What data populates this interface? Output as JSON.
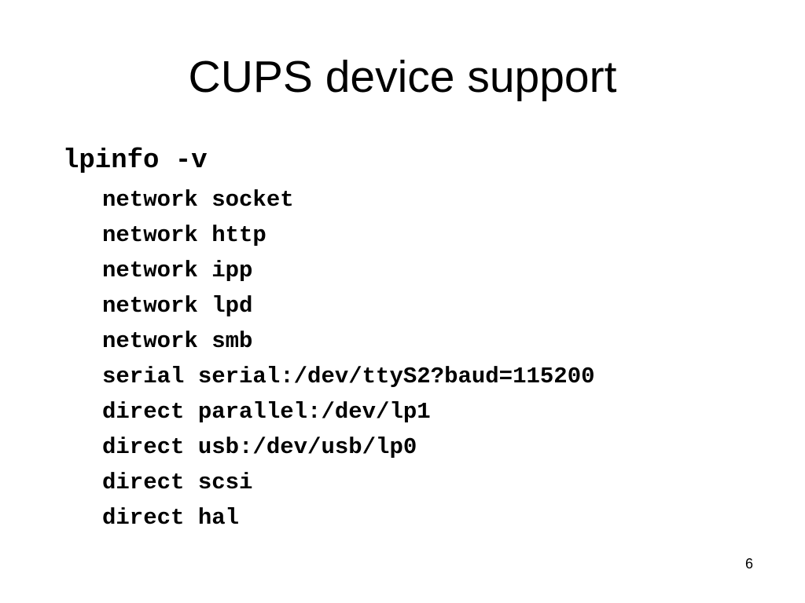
{
  "slide": {
    "title": "CUPS device support",
    "command": "lpinfo -v",
    "lines": [
      "network socket",
      "network http",
      "network ipp",
      "network lpd",
      "network smb",
      "serial serial:/dev/ttyS2?baud=115200",
      "direct parallel:/dev/lp1",
      "direct usb:/dev/usb/lp0",
      "direct scsi",
      "direct hal"
    ],
    "page_number": "6"
  }
}
